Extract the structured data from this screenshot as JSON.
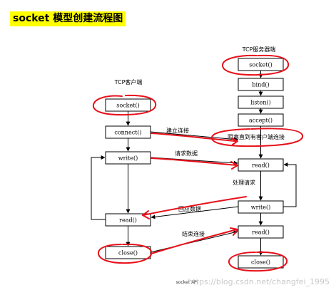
{
  "heading": "socket 模型创建流程图",
  "client": {
    "title": "TCP客户端",
    "nodes": [
      {
        "id": "c_socket",
        "label": "socket()"
      },
      {
        "id": "c_connect",
        "label": "connect()"
      },
      {
        "id": "c_write",
        "label": "write()"
      },
      {
        "id": "c_read",
        "label": "read()"
      },
      {
        "id": "c_close",
        "label": "close()"
      }
    ]
  },
  "server": {
    "title": "TCP服务器端",
    "nodes": [
      {
        "id": "s_socket",
        "label": "socket()"
      },
      {
        "id": "s_bind",
        "label": "bind()"
      },
      {
        "id": "s_listen",
        "label": "listen()"
      },
      {
        "id": "s_accept",
        "label": "accept()"
      },
      {
        "id": "s_read",
        "label": "read()"
      },
      {
        "id": "s_write",
        "label": "write()"
      },
      {
        "id": "s_read2",
        "label": "read()"
      },
      {
        "id": "s_close",
        "label": "close()"
      }
    ]
  },
  "labels": {
    "accept_wait": "阻塞直到有客户端连接",
    "establish": "建立连接",
    "request_data": "请求数据",
    "process_request": "处理请求",
    "response_data": "回应数据",
    "end_connection": "结束连接"
  },
  "caption": "socket API",
  "watermark": "https://blog.csdn.net/changfei_1995",
  "colors": {
    "ink": "#000000",
    "marker": "#e8101a",
    "highlight": "#ffff00",
    "watermark": "#c8c8c8"
  }
}
